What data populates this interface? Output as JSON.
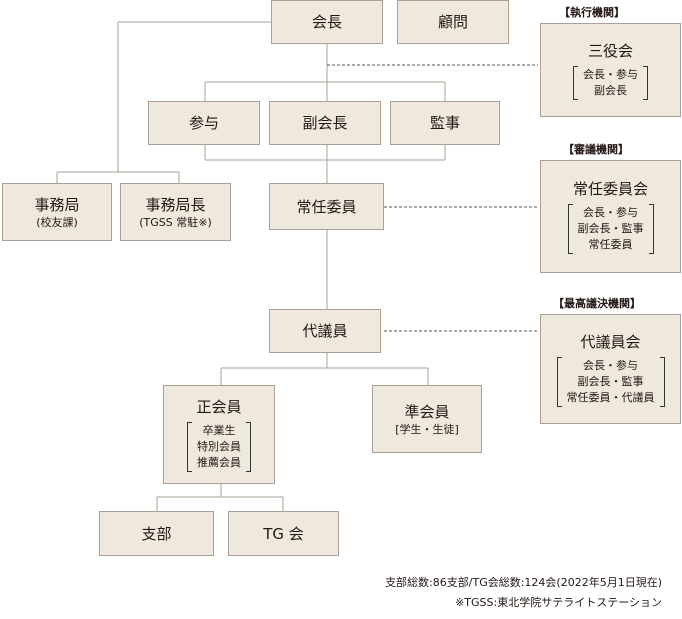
{
  "nodes": {
    "kaicho": "会長",
    "komon": "顧問",
    "sanyo": "参与",
    "fukukaicho": "副会長",
    "kanji": "監事",
    "jimukyoku": "事務局",
    "jimukyoku_sub": "(校友課)",
    "jimukyokucho": "事務局長",
    "jimukyokucho_sub": "(TGSS 常駐※)",
    "joninin": "常任委員",
    "daigiin": "代議員",
    "seikaiin": "正会員",
    "seikaiin_items": [
      "卒業生",
      "特別会員",
      "推薦会員"
    ],
    "junkaiin": "準会員",
    "junkaiin_sub": "[学生・生徒]",
    "shibu": "支部",
    "tgkai": "TG 会"
  },
  "bodies": {
    "executive": {
      "section": "【執行機関】",
      "title": "三役会",
      "members": [
        "会長・参与",
        "副会長"
      ]
    },
    "deliberative": {
      "section": "【審議機関】",
      "title": "常任委員会",
      "members": [
        "会長・参与",
        "副会長・監事",
        "常任委員"
      ]
    },
    "supreme": {
      "section": "【最高議決機関】",
      "title": "代議員会",
      "members": [
        "会長・参与",
        "副会長・監事",
        "常任委員・代議員"
      ]
    }
  },
  "footnotes": {
    "counts": "支部総数:86支部/TG会総数:124会(2022年5月1日現在)",
    "tgss": "※TGSS:東北学院サテライトステーション"
  }
}
